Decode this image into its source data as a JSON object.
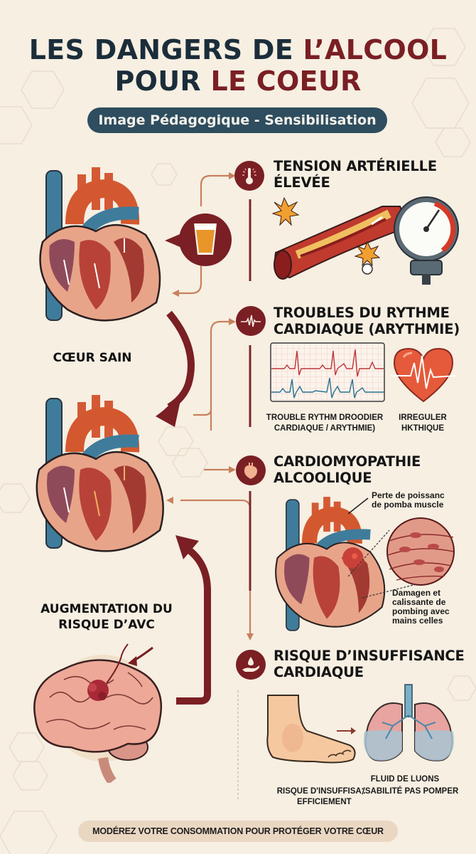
{
  "header": {
    "title_line1_dark": "LES DANGERS DE ",
    "title_line1_red": "L’ALCOOL",
    "title_line2_dark": "POUR ",
    "title_line2_red": "LE COEUR",
    "subtitle": "Image Pédagogique - Sensibilisation"
  },
  "left": {
    "healthy_heart_label": "CŒUR SAIN",
    "alcohol_icon": "beer-glass-icon",
    "stroke_label_line1": "AUGMENTATION DU",
    "stroke_label_line2": "RISQUE D’AVC"
  },
  "sections": [
    {
      "icon": "thermometer-icon",
      "title_line1": "TENSION ARTÉRIELLE",
      "title_line2": "ÉLEVÉE"
    },
    {
      "icon": "heartbeat-pulse-icon",
      "title_line1": "TROUBLES DU RYTHME",
      "title_line2": "CARDIAQUE (ARYTHMIE)",
      "caption_ecg_line1": "TROUBLE RYTHM DROODIER",
      "caption_ecg_line2": "CARDIAQUE / ARYTHMIE)",
      "caption_heart_line1": "IRREGULER",
      "caption_heart_line2": "HKTHIQUE"
    },
    {
      "icon": "heart-organ-icon",
      "title_line1": "CARDIOMYOPATHIE",
      "title_line2": "ALCOOLIQUE",
      "note_top_line1": "Perte de poissanc",
      "note_top_line2": "de pomba muscle",
      "note_bottom_line1": "Damagen et",
      "note_bottom_line2": "calissante de",
      "note_bottom_line3": "pombing avec",
      "note_bottom_line4": "mains celles"
    },
    {
      "icon": "hand-drop-icon",
      "title_line1": "RISQUE D’INSUFFISANCE",
      "title_line2": "CARDIAQUE",
      "caption_lungs": "FLUID DE LUONS",
      "caption_bottom_line1": "RISQUE D'INSUFFISA⁒SABILITÉ PAS POMPER",
      "caption_bottom_line2": "EFFICIEMENT"
    }
  ],
  "footer": {
    "message": "MODÉREZ VOTRE CONSOMMATION POUR PROTÉGER VOTRE CŒUR"
  },
  "colors": {
    "background": "#f6efe2",
    "accent_red": "#7a1f24",
    "title_dark": "#1b2d3a",
    "pill_blue": "#2e4d5f",
    "connector_orange": "#c9805c",
    "footer_pill": "#ead7c2"
  }
}
